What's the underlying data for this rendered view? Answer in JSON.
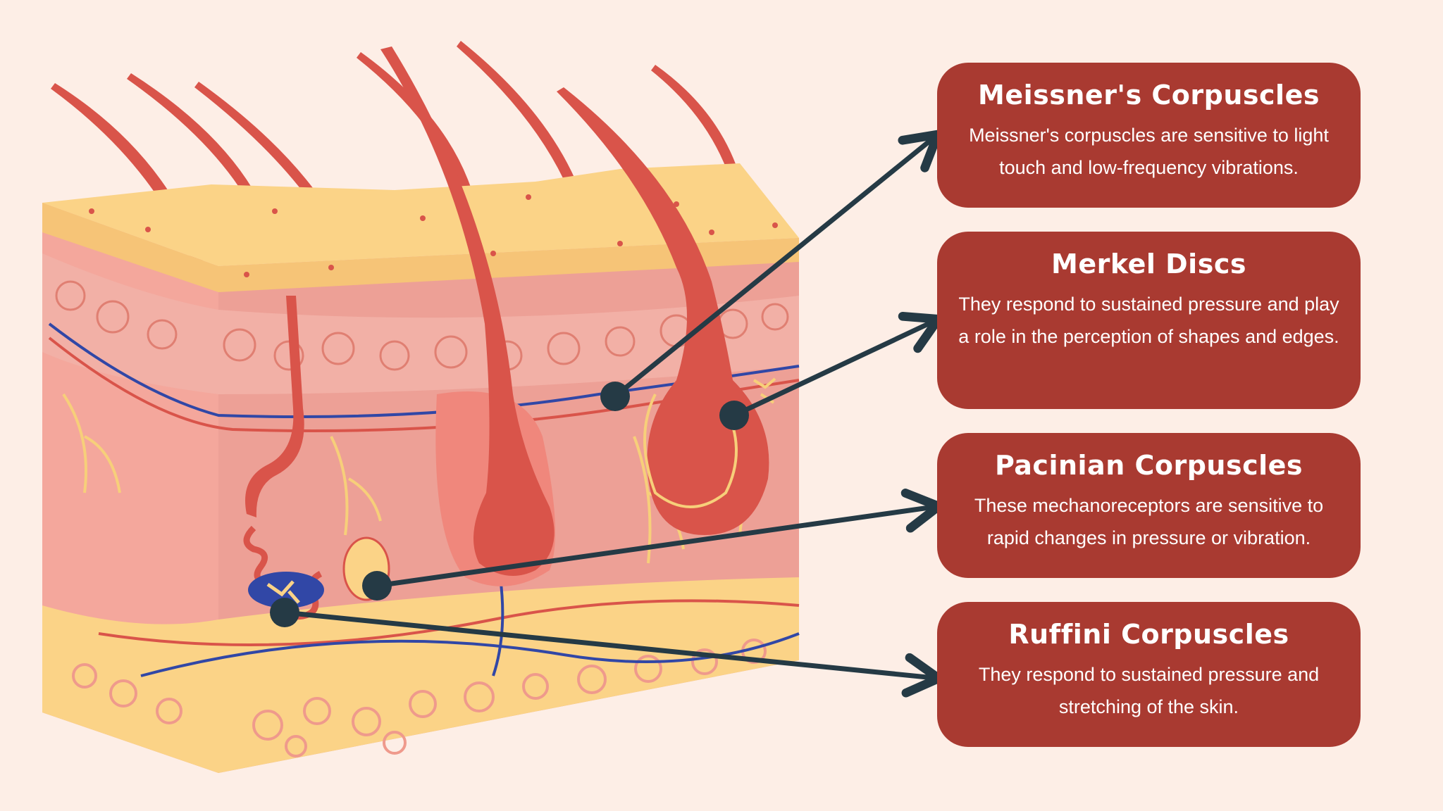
{
  "colors": {
    "background": "#fdeee6",
    "card": "#a93a31",
    "hair": "#d9544a",
    "epidermis": "#fbd387",
    "dermis": "#eba39a",
    "connector": "#253a45",
    "vein": "#3147a6"
  },
  "cards": [
    {
      "title": "Meissner's Corpuscles",
      "description": "Meissner's corpuscles are sensitive to light touch and low-frequency vibrations."
    },
    {
      "title": "Merkel Discs",
      "description": "They respond to sustained pressure and play a role in the perception of shapes and edges."
    },
    {
      "title": "Pacinian Corpuscles",
      "description": "These mechanoreceptors are sensitive to rapid changes in pressure or vibration."
    },
    {
      "title": "Ruffini Corpuscles",
      "description": "They respond to sustained pressure and stretching of the skin."
    }
  ]
}
